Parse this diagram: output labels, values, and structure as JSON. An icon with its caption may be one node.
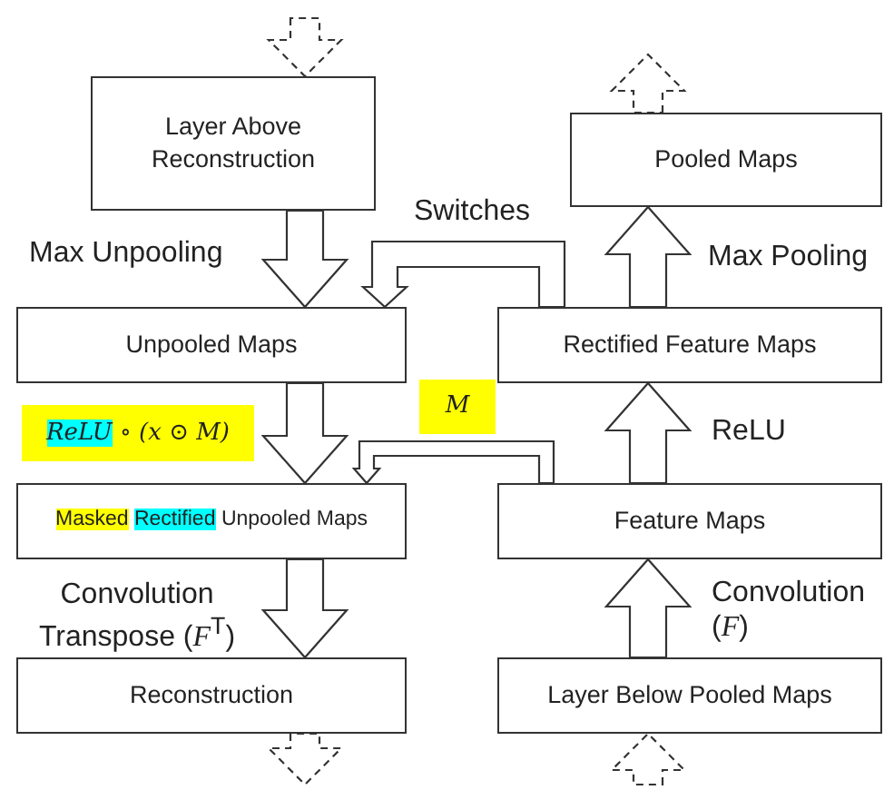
{
  "diagram": {
    "nodes": [
      {
        "text": [
          "Layer Above Reconstruction"
        ]
      },
      {
        "text": [
          "Pooled Maps"
        ]
      },
      {
        "text": [
          "Unpooled Maps"
        ]
      },
      {
        "text": [
          "Rectified Feature Maps"
        ]
      },
      {
        "text": [
          "Masked Rectified Unpooled Maps"
        ]
      },
      {
        "text": [
          "Feature Maps"
        ]
      },
      {
        "text": [
          "Reconstruction"
        ]
      },
      {
        "text": [
          "Layer Below Pooled Maps"
        ]
      }
    ],
    "edges": [
      {
        "from": null,
        "to": 0,
        "arrow": "to",
        "style": "dashed"
      },
      {
        "from": 1,
        "to": null,
        "arrow": "to",
        "style": "dashed"
      },
      {
        "from": 0,
        "to": 2,
        "arrow": "to",
        "label": "Max Unpooling"
      },
      {
        "from": 3,
        "to": 2,
        "arrow": "to",
        "label": "Switches"
      },
      {
        "from": 3,
        "to": 1,
        "arrow": "to",
        "label": "Max Pooling"
      },
      {
        "from": 2,
        "to": 4,
        "arrow": "to",
        "label": "ReLU ∘ (x ⊙ M)"
      },
      {
        "from": 5,
        "to": 4,
        "arrow": "to",
        "label": "M"
      },
      {
        "from": 5,
        "to": 3,
        "arrow": "to",
        "label": "ReLU"
      },
      {
        "from": 4,
        "to": 6,
        "arrow": "to",
        "label": "Convolution Transpose (*F*$^{T}$)"
      },
      {
        "from": 7,
        "to": 5,
        "arrow": "to",
        "label": "Convolution (*F*)"
      },
      {
        "from": 6,
        "to": null,
        "arrow": "to",
        "style": "dashed"
      },
      {
        "from": null,
        "to": 7,
        "arrow": "to",
        "style": "dashed"
      }
    ]
  }
}
